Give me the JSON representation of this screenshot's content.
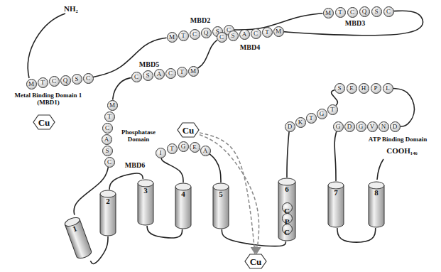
{
  "diagram": {
    "nodes": [
      {
        "text": [
          "M"
        ]
      },
      {
        "text": [
          "T"
        ]
      },
      {
        "text": [
          "C"
        ]
      },
      {
        "text": [
          "Q"
        ]
      },
      {
        "text": [
          "S"
        ]
      },
      {
        "text": [
          "C"
        ]
      },
      {
        "text": [
          "M"
        ]
      },
      {
        "text": [
          "T"
        ]
      },
      {
        "text": [
          "C"
        ]
      },
      {
        "text": [
          "Q"
        ]
      },
      {
        "text": [
          "S"
        ]
      },
      {
        "text": [
          "C"
        ]
      },
      {
        "text": [
          "M"
        ]
      },
      {
        "text": [
          "T"
        ]
      },
      {
        "text": [
          "C"
        ]
      },
      {
        "text": [
          "Q"
        ]
      },
      {
        "text": [
          "S"
        ]
      },
      {
        "text": [
          "C"
        ]
      },
      {
        "text": [
          "C"
        ]
      },
      {
        "text": [
          "S"
        ]
      },
      {
        "text": [
          "A"
        ]
      },
      {
        "text": [
          "C"
        ]
      },
      {
        "text": [
          "T"
        ]
      },
      {
        "text": [
          "M"
        ]
      },
      {
        "text": [
          "C"
        ]
      },
      {
        "text": [
          "S"
        ]
      },
      {
        "text": [
          "A"
        ]
      },
      {
        "text": [
          "C"
        ]
      },
      {
        "text": [
          "T"
        ]
      },
      {
        "text": [
          "M"
        ]
      },
      {
        "text": [
          "M"
        ]
      },
      {
        "text": [
          "T"
        ]
      },
      {
        "text": [
          "C"
        ]
      },
      {
        "text": [
          "A"
        ]
      },
      {
        "text": [
          "S"
        ]
      },
      {
        "text": [
          "C"
        ]
      },
      {
        "text": [
          "Cu"
        ]
      },
      {
        "text": [
          "Cu"
        ]
      },
      {
        "text": [
          "I"
        ]
      },
      {
        "text": [
          "T"
        ]
      },
      {
        "text": [
          "G"
        ]
      },
      {
        "text": [
          "E"
        ]
      },
      {
        "text": [
          "A"
        ]
      },
      {
        "text": [
          "D"
        ]
      },
      {
        "text": [
          "K"
        ]
      },
      {
        "text": [
          "T"
        ]
      },
      {
        "text": [
          "G"
        ]
      },
      {
        "text": [
          "T"
        ]
      },
      {
        "text": [
          "S"
        ]
      },
      {
        "text": [
          "E"
        ]
      },
      {
        "text": [
          "H"
        ]
      },
      {
        "text": [
          "P"
        ]
      },
      {
        "text": [
          "L"
        ]
      },
      {
        "text": [
          "G"
        ]
      },
      {
        "text": [
          "D"
        ]
      },
      {
        "text": [
          "G"
        ]
      },
      {
        "text": [
          "V"
        ]
      },
      {
        "text": [
          "N"
        ]
      },
      {
        "text": [
          "D"
        ]
      },
      {
        "text": [
          "1"
        ]
      },
      {
        "text": [
          "2"
        ]
      },
      {
        "text": [
          "3"
        ]
      },
      {
        "text": [
          "4"
        ]
      },
      {
        "text": [
          "5"
        ]
      },
      {
        "text": [
          "6"
        ]
      },
      {
        "text": [
          "7"
        ]
      },
      {
        "text": [
          "8"
        ]
      },
      {
        "text": [
          "C"
        ],
        "in": 64
      },
      {
        "text": [
          "P"
        ],
        "in": 64
      },
      {
        "text": [
          "C"
        ],
        "in": 64
      },
      {
        "text": [
          "Cu"
        ]
      }
    ],
    "edges": [
      {
        "from": 5,
        "to": 6,
        "arrow": "none"
      },
      {
        "from": 11,
        "to": 12,
        "arrow": "none"
      },
      {
        "from": 17,
        "to": 23,
        "arrow": "none"
      },
      {
        "from": 18,
        "to": 29,
        "arrow": "none"
      },
      {
        "from": 24,
        "to": 30,
        "arrow": "none"
      },
      {
        "from": 35,
        "to": 59,
        "arrow": "none"
      },
      {
        "from": 59,
        "to": 60,
        "arrow": "none"
      },
      {
        "from": 60,
        "to": 61,
        "arrow": "none"
      },
      {
        "from": 61,
        "to": 62,
        "arrow": "none"
      },
      {
        "from": 62,
        "to": 38,
        "arrow": "none"
      },
      {
        "from": 42,
        "to": 63,
        "arrow": "none"
      },
      {
        "from": 63,
        "to": 64,
        "arrow": "none"
      },
      {
        "from": 64,
        "to": 43,
        "arrow": "none"
      },
      {
        "from": 47,
        "to": 48,
        "arrow": "none"
      },
      {
        "from": 52,
        "to": 58,
        "arrow": "none"
      },
      {
        "from": 53,
        "to": 65,
        "arrow": "none"
      },
      {
        "from": 65,
        "to": 66,
        "arrow": "none"
      },
      {
        "from": 37,
        "to": 70,
        "arrow": "to"
      },
      {
        "from": 37,
        "to": 70,
        "arrow": "to"
      }
    ],
    "labels": [
      "NH₂",
      "Metal Binding Domain 1 (MBD1)",
      "MBD2",
      "MBD3",
      "MBD4",
      "MBD5",
      "MBD6",
      "Phosphatase Domain",
      "ATP Binding Domain",
      "COOH₁₄₆"
    ]
  }
}
